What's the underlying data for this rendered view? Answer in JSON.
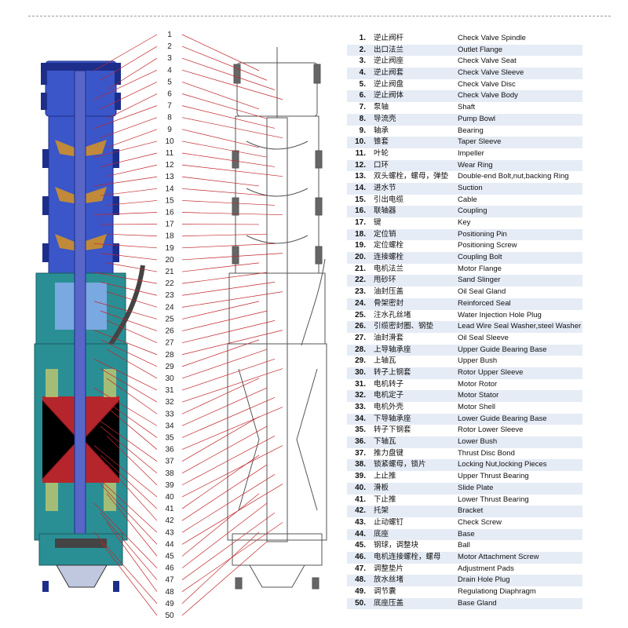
{
  "diagram": {
    "callouts": [
      "1",
      "2",
      "3",
      "4",
      "5",
      "6",
      "7",
      "8",
      "9",
      "10",
      "11",
      "12",
      "13",
      "14",
      "15",
      "16",
      "17",
      "18",
      "19",
      "20",
      "21",
      "22",
      "23",
      "24",
      "25",
      "26",
      "27",
      "28",
      "29",
      "30",
      "31",
      "32",
      "33",
      "34",
      "35",
      "36",
      "37",
      "38",
      "39",
      "40",
      "41",
      "42",
      "43",
      "44",
      "45",
      "46",
      "47",
      "48",
      "49",
      "50"
    ],
    "colors": {
      "pump_body": "#3a56c8",
      "pump_dark": "#1d2e8a",
      "shell": "#2a8f95",
      "impeller": "#c08a3a",
      "stator_red": "#b4262c",
      "shaft": "#5866c8",
      "leader_line": "#c0262c",
      "outline": "#333333"
    }
  },
  "parts": [
    {
      "num": "1.",
      "cn": "逆止阀杆",
      "en": "Check Valve Spindle"
    },
    {
      "num": "2.",
      "cn": "出口法兰",
      "en": "Outlet Flange"
    },
    {
      "num": "3.",
      "cn": "逆止阀座",
      "en": "Check Valve Seat"
    },
    {
      "num": "4.",
      "cn": "逆止阀套",
      "en": "Check Valve Sleeve"
    },
    {
      "num": "5.",
      "cn": "逆止阀盘",
      "en": "Check Valve Disc"
    },
    {
      "num": "6.",
      "cn": "逆止阀体",
      "en": "Check Valve Body"
    },
    {
      "num": "7.",
      "cn": "泵轴",
      "en": "Shaft"
    },
    {
      "num": "8.",
      "cn": "导流壳",
      "en": "Pump Bowl"
    },
    {
      "num": "9.",
      "cn": "轴承",
      "en": "Bearing"
    },
    {
      "num": "10.",
      "cn": "锥套",
      "en": "Taper Sleeve"
    },
    {
      "num": "11.",
      "cn": "叶轮",
      "en": "Impeller"
    },
    {
      "num": "12.",
      "cn": "口环",
      "en": "Wear Ring"
    },
    {
      "num": "13.",
      "cn": "双头螺栓，螺母，弹垫",
      "en": "Double-end Bolt,nut,backing Ring"
    },
    {
      "num": "14.",
      "cn": "进水节",
      "en": "Suction"
    },
    {
      "num": "15.",
      "cn": "引出电缆",
      "en": "Cable"
    },
    {
      "num": "16.",
      "cn": "联轴器",
      "en": "Coupling"
    },
    {
      "num": "17.",
      "cn": "键",
      "en": "Key"
    },
    {
      "num": "18.",
      "cn": "定位销",
      "en": "Positioning Pin"
    },
    {
      "num": "19.",
      "cn": "定位螺栓",
      "en": "Positioning Screw"
    },
    {
      "num": "20.",
      "cn": "连接螺栓",
      "en": "Coupling Bolt"
    },
    {
      "num": "21.",
      "cn": "电机法兰",
      "en": "Motor Flange"
    },
    {
      "num": "22.",
      "cn": "甩砂环",
      "en": "Sand Slinger"
    },
    {
      "num": "23.",
      "cn": "油封压盖",
      "en": "Oil Seal Gland"
    },
    {
      "num": "24.",
      "cn": "骨架密封",
      "en": "Reinforced Seal"
    },
    {
      "num": "25.",
      "cn": "注水孔丝堵",
      "en": "Water Injection Hole Plug"
    },
    {
      "num": "26.",
      "cn": "引缆密封圈、钢垫",
      "en": "Lead Wire Seal Washer,steel Washer"
    },
    {
      "num": "27.",
      "cn": "油封滑套",
      "en": "Oil Seal Sleeve"
    },
    {
      "num": "28.",
      "cn": "上导轴承座",
      "en": "Upper Guide Bearing Base"
    },
    {
      "num": "29.",
      "cn": "上轴瓦",
      "en": "Upper Bush"
    },
    {
      "num": "30.",
      "cn": "转子上钢套",
      "en": "Rotor Upper Sleeve"
    },
    {
      "num": "31.",
      "cn": "电机转子",
      "en": "Motor Rotor"
    },
    {
      "num": "32.",
      "cn": "电机定子",
      "en": "Motor Stator"
    },
    {
      "num": "33.",
      "cn": "电机外壳",
      "en": "Motor Shell"
    },
    {
      "num": "34.",
      "cn": "下导轴承座",
      "en": "Lower Guide Bearing Base"
    },
    {
      "num": "35.",
      "cn": "转子下钢套",
      "en": "Rotor Lower Sleeve"
    },
    {
      "num": "36.",
      "cn": "下轴瓦",
      "en": "Lower Bush"
    },
    {
      "num": "37.",
      "cn": "推力盘键",
      "en": "Thrust Disc Bond"
    },
    {
      "num": "38.",
      "cn": "锁紧螺母，锁片",
      "en": "Locking Nut,locking Pieces"
    },
    {
      "num": "39.",
      "cn": "上止推",
      "en": "Upper Thrust Bearing"
    },
    {
      "num": "40.",
      "cn": "滑板",
      "en": "Slide Plate"
    },
    {
      "num": "41.",
      "cn": "下止推",
      "en": "Lower Thrust Bearing"
    },
    {
      "num": "42.",
      "cn": "托架",
      "en": "Bracket"
    },
    {
      "num": "43.",
      "cn": "止动螺钉",
      "en": "Check Screw"
    },
    {
      "num": "44.",
      "cn": "底座",
      "en": "Base"
    },
    {
      "num": "45.",
      "cn": "钢球，调整块",
      "en": "Ball"
    },
    {
      "num": "46.",
      "cn": "电机连接螺栓，螺母",
      "en": "Motor Attachment Screw"
    },
    {
      "num": "47.",
      "cn": "调整垫片",
      "en": "Adjustment Pads"
    },
    {
      "num": "48.",
      "cn": "放水丝堵",
      "en": "Drain Hole Plug"
    },
    {
      "num": "49.",
      "cn": "调节囊",
      "en": "Regulationg Diaphragm"
    },
    {
      "num": "50.",
      "cn": "底座压盖",
      "en": "Base Gland"
    }
  ]
}
